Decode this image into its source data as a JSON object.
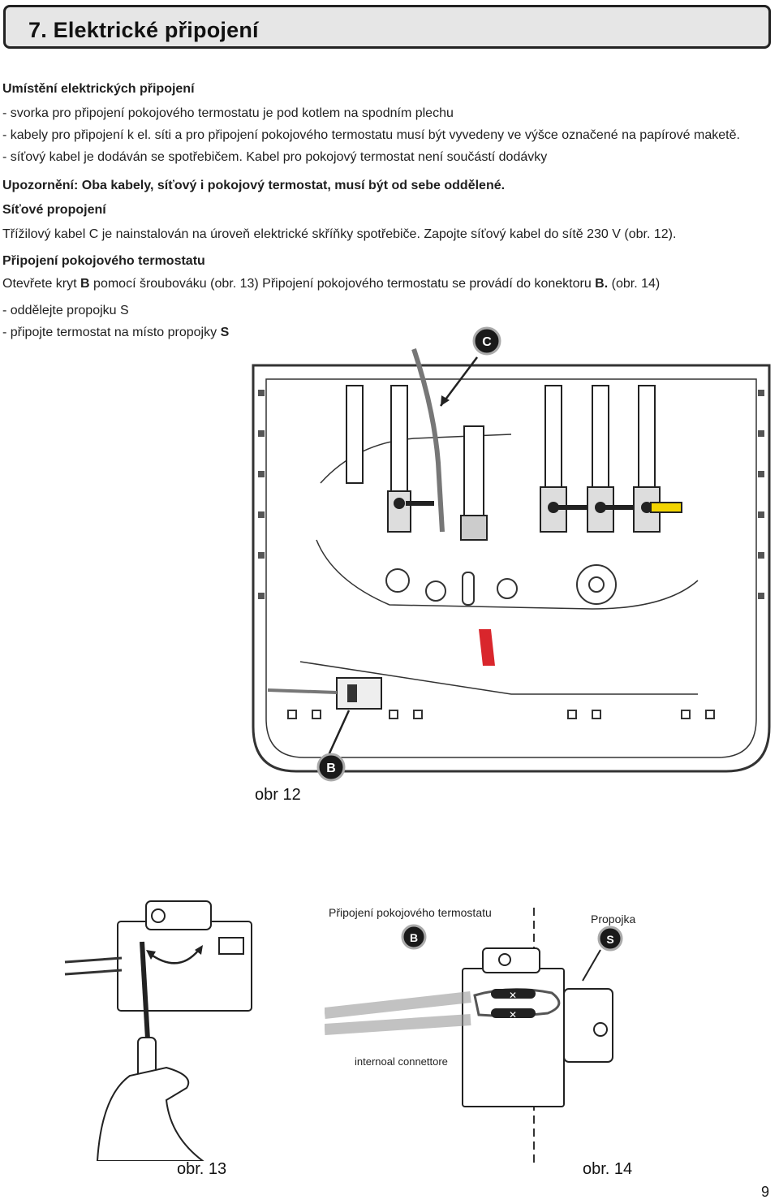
{
  "header": {
    "title": "7. Elektrické připojení"
  },
  "text": {
    "h_location": "Umístění elektrických připojení",
    "l1": "- svorka pro připojení pokojového termostatu je pod kotlem na spodním plechu",
    "l2": "- kabely pro připojení k el. síti a pro připojení pokojového termostatu musí být vyvedeny ve výšce označené na papírové maketě.",
    "l3": "- síťový kabel je dodáván se spotřebičem. Kabel pro pokojový termostat není součástí dodávky",
    "warning": "Upozornění: Oba kabely, síťový i pokojový termostat, musí být od sebe oddělené.",
    "h_mains": "Síťové propojení",
    "mains_text": "Třížilový kabel C je nainstalován na úroveň elektrické skříňky spotřebiče. Zapojte síťový kabel do sítě 230 V (obr. 12).",
    "h_thermostat": "Připojení pokojového termostatu",
    "therm_pre": "Otevřete kryt ",
    "therm_b1": "B",
    "therm_mid": " pomocí šroubováku (obr. 13) Připojení pokojového termostatu se provádí do konektoru ",
    "therm_b2": "B.",
    "therm_post": " (obr. 14)",
    "l_sep": "- oddělejte propojku S",
    "l_conn_pre": "- připojte termostat na místo propojky ",
    "l_conn_s": "S"
  },
  "figures": {
    "callout_c": "C",
    "callout_b": "B",
    "callout_b2": "B",
    "callout_s": "S",
    "label_thermostat": "Připojení pokojového termostatu",
    "label_bridge": "Propojka",
    "label_internal": "internoal connettore",
    "caption_12": "obr 12",
    "caption_13": "obr. 13",
    "caption_14": "obr. 14"
  },
  "page": {
    "number": "9"
  },
  "colors": {
    "header_bg": "#e6e6e6",
    "callout": "#1a1a1a",
    "valve_red": "#d9262c",
    "valve_yellow": "#f2d400"
  }
}
